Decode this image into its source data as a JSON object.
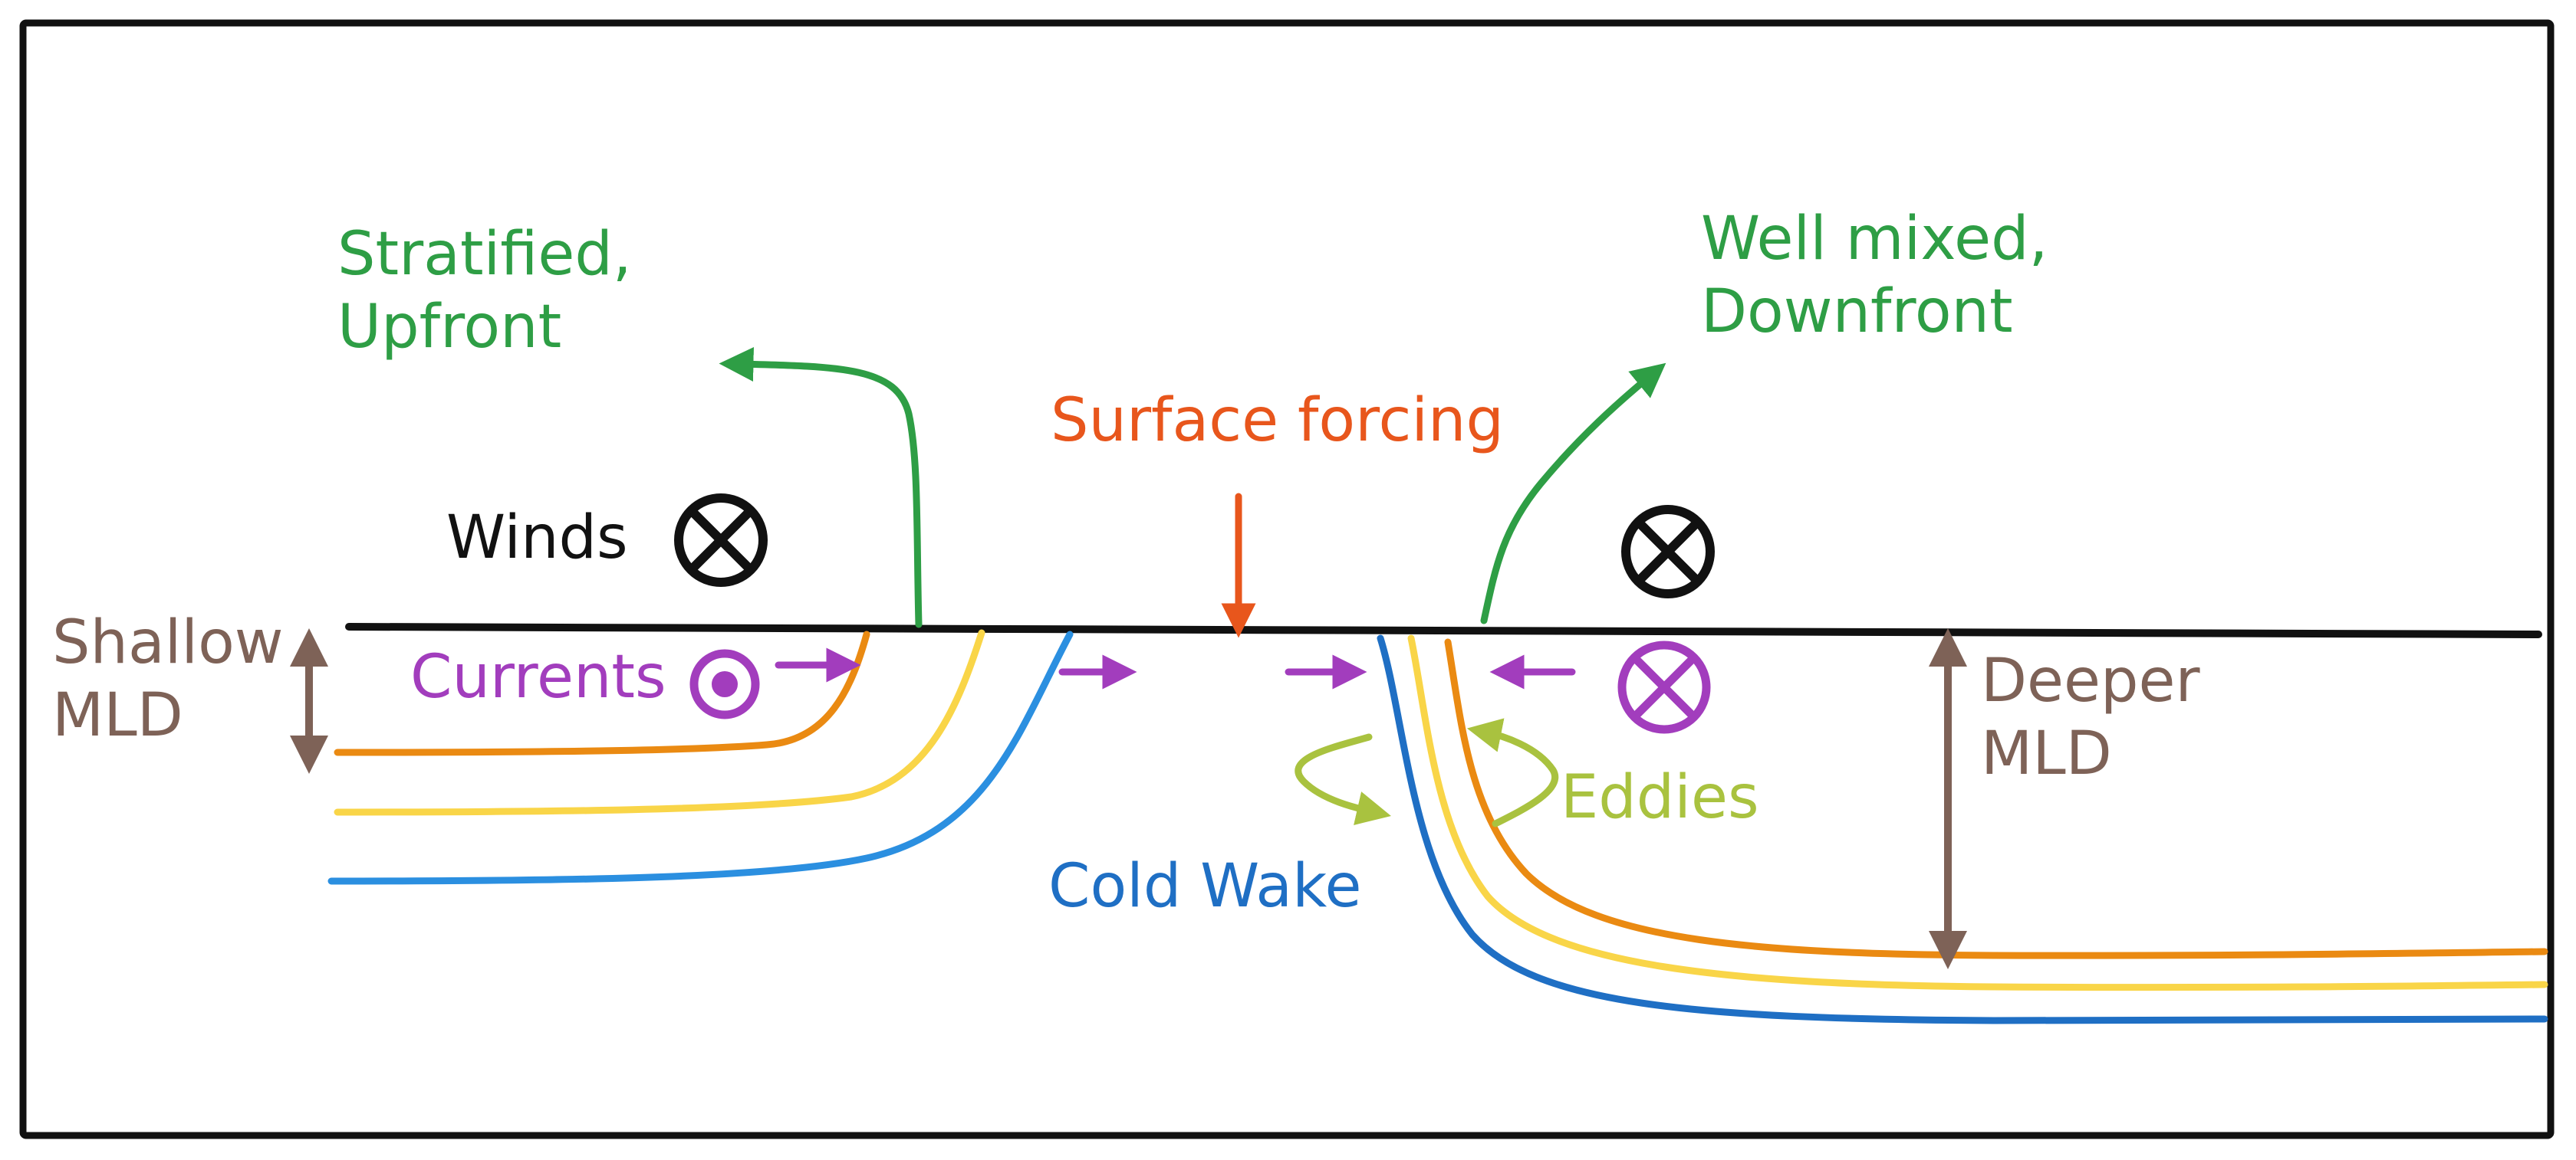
{
  "labels": {
    "stratified": [
      "Stratified,",
      "Upfront"
    ],
    "well_mixed": [
      "Well mixed,",
      "Downfront"
    ],
    "surface_forcing": "Surface forcing",
    "winds": "Winds",
    "currents": "Currents",
    "shallow_mld": [
      "Shallow",
      "MLD"
    ],
    "deeper_mld": [
      "Deeper",
      "MLD"
    ],
    "eddies": "Eddies",
    "cold_wake": "Cold Wake"
  },
  "colors": {
    "frame": "#111111",
    "surface": "#111111",
    "green": "#2e9e45",
    "orange_forcing": "#e8561c",
    "purple": "#a23dbd",
    "brown": "#7e6257",
    "lime": "#a9c23f",
    "blue": "#1f6fc4",
    "isopycnal_orange": "#ea8a12",
    "isopycnal_yellow": "#f9d548",
    "isopycnal_blue_left": "#2b8fe0"
  }
}
